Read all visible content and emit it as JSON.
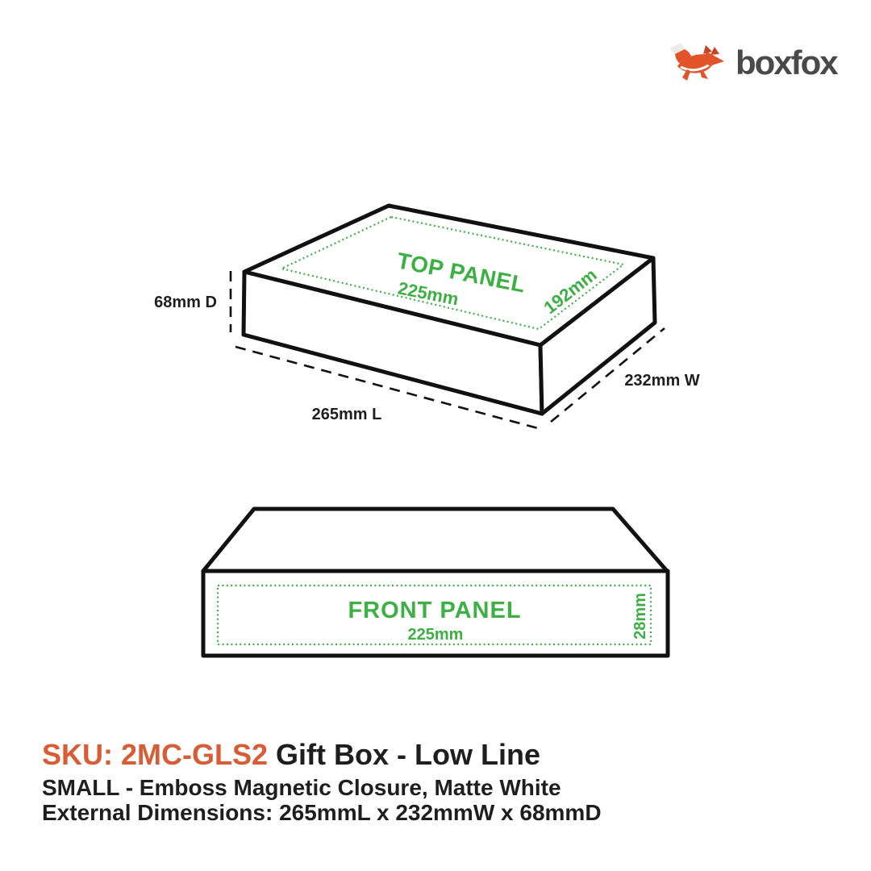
{
  "colors": {
    "green": "#3CB043",
    "orange": "#D85C36",
    "fox-orange": "#E2532A",
    "ink": "#1E1E1E",
    "logo-gray": "#494949",
    "line": "#111111",
    "paper": "#FFFFFF"
  },
  "logo": {
    "brand": "boxfox",
    "icon": "leaping-fox"
  },
  "iso_view": {
    "panel_label": "TOP PANEL",
    "panel_length_label": "225mm",
    "panel_width_label": "192mm",
    "dim_depth_label": "68mm D",
    "dim_length_label": "265mm L",
    "dim_width_label": "232mm W"
  },
  "front_view": {
    "panel_label": "FRONT PANEL",
    "panel_length_label": "225mm",
    "panel_height_label": "28mm"
  },
  "footer": {
    "sku_label": "SKU: 2MC-GLS2",
    "title": " Gift Box - Low Line",
    "subtitle": "SMALL - Emboss Magnetic Closure, Matte White",
    "dimensions": "External Dimensions: 265mmL x 232mmW x 68mmD"
  }
}
